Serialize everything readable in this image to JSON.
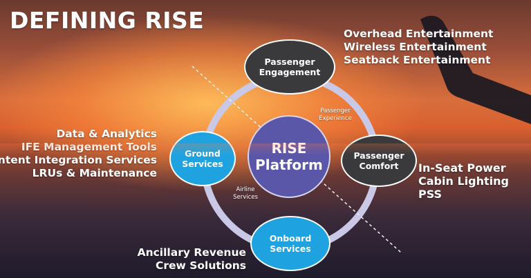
{
  "title": "DEFINING RISE",
  "center": {
    "line1": "RISE",
    "line2": "Platform"
  },
  "nodes": {
    "engagement": {
      "line1": "Passenger",
      "line2": "Engagement"
    },
    "comfort": {
      "line1": "Passenger",
      "line2": "Comfort"
    },
    "onboard": {
      "line1": "Onboard",
      "line2": "Services"
    },
    "ground": {
      "line1": "Ground",
      "line2": "Services"
    }
  },
  "zone_labels": {
    "passenger_experience": {
      "line1": "Passenger",
      "line2": "Experience"
    },
    "airline_services": {
      "line1": "Airline",
      "line2": "Services"
    }
  },
  "lists": {
    "engagement": [
      "Overhead Entertainment",
      "Wireless Entertainment",
      "Seatback Entertainment"
    ],
    "ground": [
      "Data & Analytics",
      "IFE Management Tools",
      "Content Integration Services",
      "LRUs & Maintenance"
    ],
    "comfort": [
      "In-Seat Power",
      "Cabin Lighting",
      "PSS"
    ],
    "onboard": [
      "Ancillary Revenue",
      "Crew Solutions"
    ]
  },
  "colors": {
    "dark_node": "#3a3a3c",
    "blue_node": "#1fa3e0",
    "center_node": "#5b57a8",
    "ring": "#c9c8e6"
  }
}
